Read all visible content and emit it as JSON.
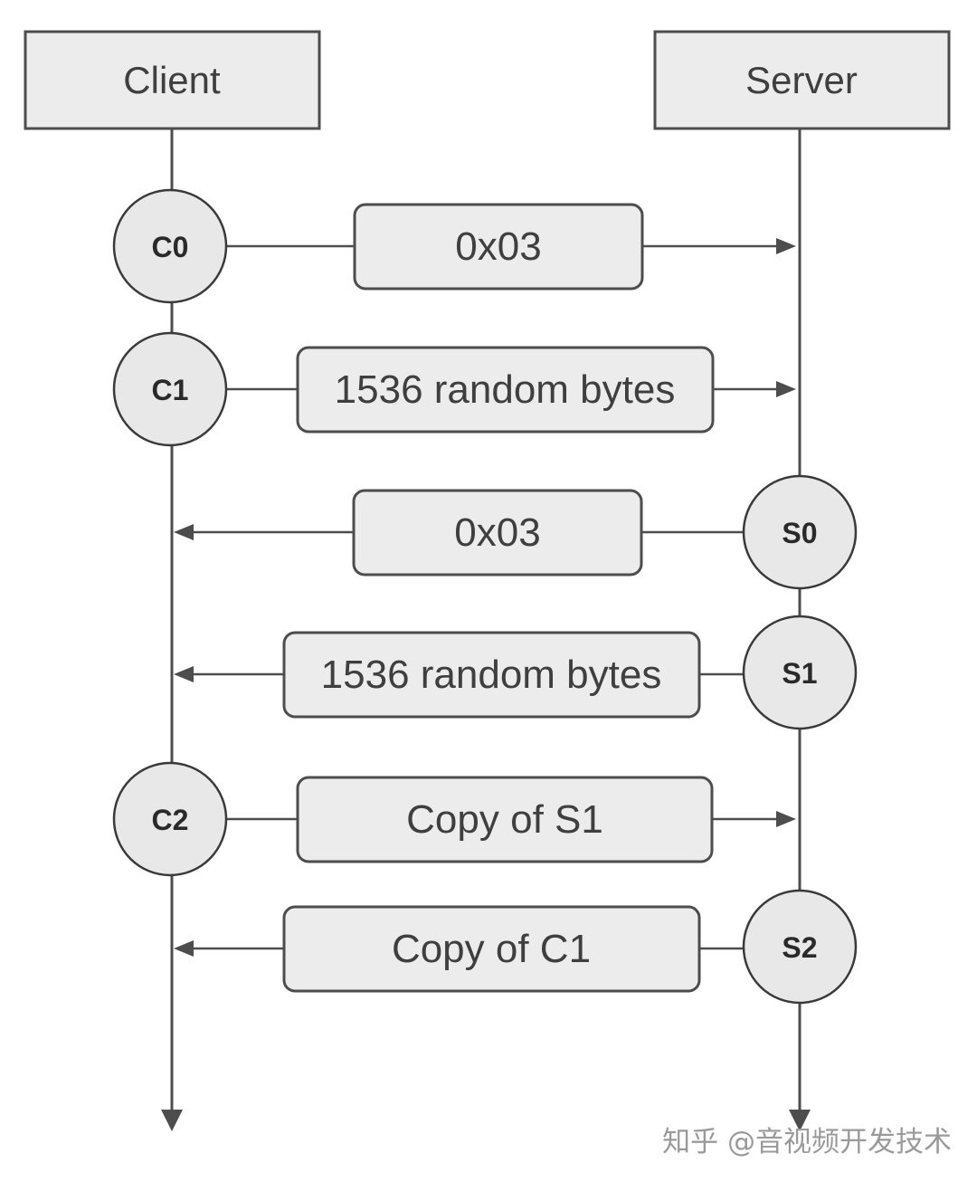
{
  "participants": {
    "client": "Client",
    "server": "Server"
  },
  "nodes": {
    "c0": "C0",
    "c1": "C1",
    "c2": "C2",
    "s0": "S0",
    "s1": "S1",
    "s2": "S2"
  },
  "messages": [
    {
      "from": "C0",
      "to": "Server",
      "label": "0x03"
    },
    {
      "from": "C1",
      "to": "Server",
      "label": "1536 random bytes"
    },
    {
      "from": "S0",
      "to": "Client",
      "label": "0x03"
    },
    {
      "from": "S1",
      "to": "Client",
      "label": "1536 random bytes"
    },
    {
      "from": "C2",
      "to": "Server",
      "label": "Copy of S1"
    },
    {
      "from": "S2",
      "to": "Client",
      "label": "Copy of C1"
    }
  ],
  "watermark": "知乎 @音视频开发技术",
  "colors": {
    "stroke": "#4d4d4d",
    "fill": "#ececec",
    "text": "#3f3f3f"
  }
}
